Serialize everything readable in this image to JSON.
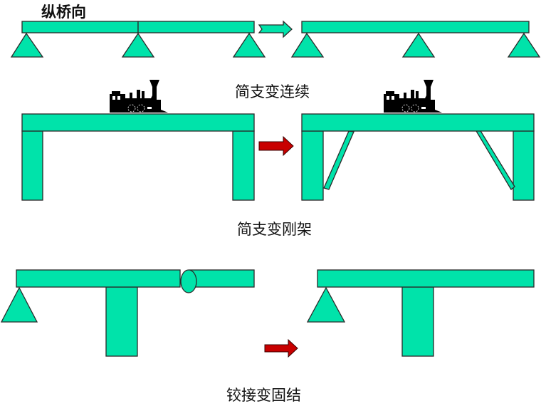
{
  "title": "纵桥向",
  "sections": [
    {
      "label": "简支变连续",
      "from": "simply-supported spans",
      "to": "continuous beam"
    },
    {
      "label": "简支变刚架",
      "from": "simply-supported on piers",
      "to": "rigid frame with braces"
    },
    {
      "label": "铰接变固结",
      "from": "hinged joint",
      "to": "fixed joint"
    }
  ],
  "colors": {
    "member": "#00e3aa",
    "outline": "#2a2a2a",
    "arrow_green": "#00e3aa",
    "arrow_red": "#c80000",
    "train": "#000000"
  },
  "icons": {
    "train": "locomotive-icon",
    "arrow": "right-arrow-icon",
    "support": "triangle-support-icon",
    "hinge": "hinge-ellipse-icon"
  }
}
